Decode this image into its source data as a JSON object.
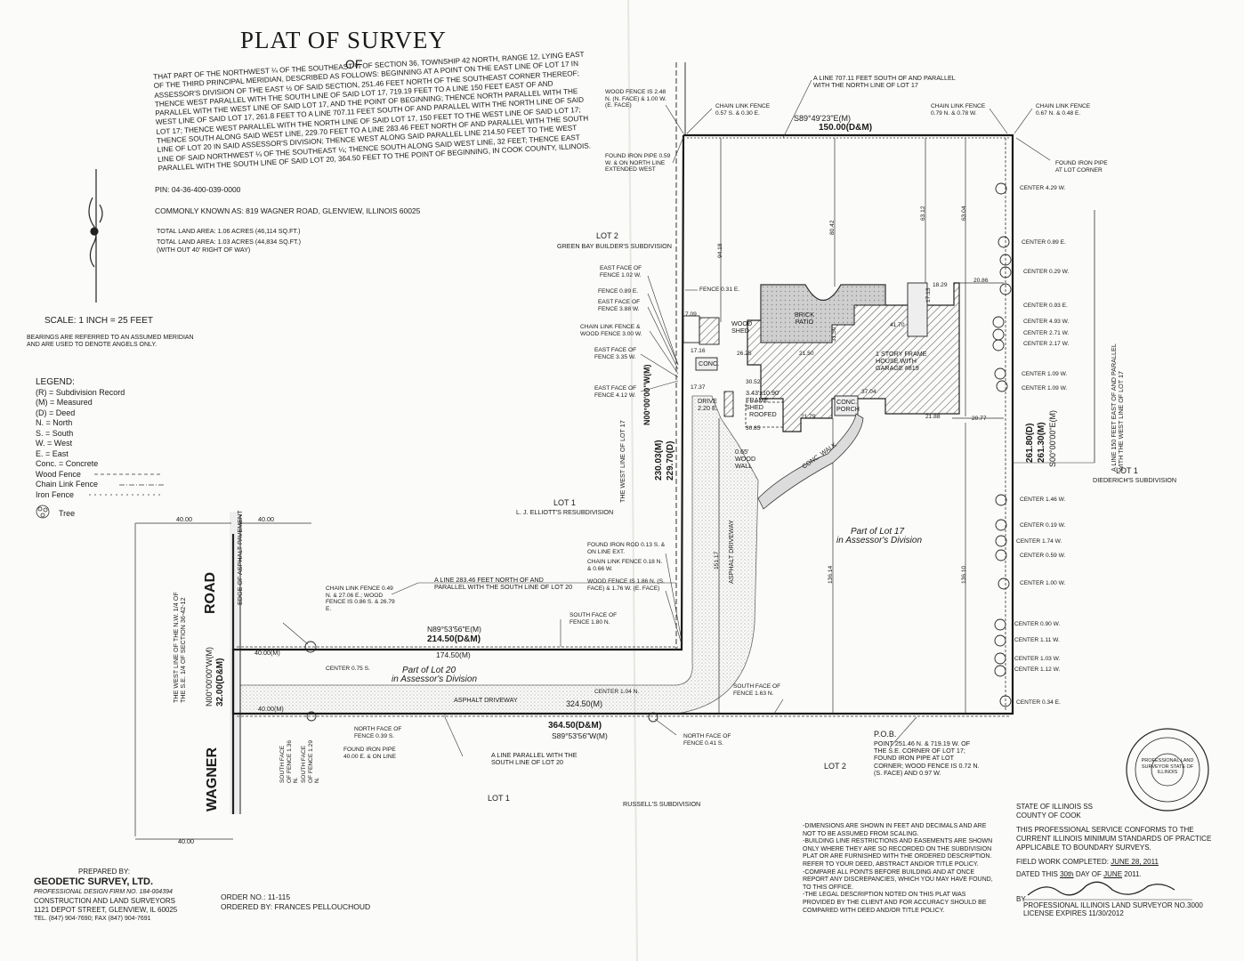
{
  "header": {
    "title": "PLAT OF SURVEY",
    "of": "OF",
    "legal_description": "THAT PART OF THE NORTHWEST ¼ OF THE SOUTHEAST ¼ OF SECTION 36, TOWNSHIP 42 NORTH, RANGE 12, LYING EAST OF THE THIRD PRINCIPAL MERIDIAN, DESCRIBED AS FOLLOWS: BEGINNING AT A POINT ON THE EAST LINE OF LOT 17 IN ASSESSOR'S DIVISION OF THE EAST ½ OF SAID SECTION, 251.46 FEET NORTH OF THE SOUTHEAST CORNER THEREOF; THENCE WEST PARALLEL WITH THE SOUTH LINE OF SAID LOT 17, 719.19 FEET TO A LINE 150 FEET EAST OF AND PARALLEL WITH THE WEST LINE OF SAID LOT 17, AND THE POINT OF BEGINNING; THENCE NORTH PARALLEL WITH THE WEST LINE OF SAID LOT 17, 261.8 FEET TO A LINE 707.11 FEET SOUTH OF AND PARALLEL WITH THE NORTH LINE OF SAID LOT 17; THENCE WEST PARALLEL WITH THE NORTH LINE OF SAID LOT 17, 150 FEET TO THE WEST LINE OF SAID LOT 17; THENCE SOUTH ALONG SAID WEST LINE, 229.70 FEET TO A LINE 283.46 FEET NORTH OF AND PARALLEL WITH THE SOUTH LINE OF LOT 20 IN SAID ASSESSOR'S DIVISION; THENCE WEST ALONG SAID PARALLEL LINE 214.50 FEET TO THE WEST LINE OF SAID NORTHWEST ¼ OF THE SOUTHEAST ¼; THENCE SOUTH ALONG SAID WEST LINE, 32 FEET; THENCE EAST PARALLEL WITH THE SOUTH LINE OF SAID LOT 20, 364.50 FEET TO THE POINT OF BEGINNING, IN COOK COUNTY, ILLINOIS.",
    "pin": "PIN: 04-36-400-039-0000",
    "common_address": "COMMONLY KNOWN AS: 819 WAGNER ROAD, GLENVIEW, ILLINOIS 60025",
    "land_area_1": "TOTAL LAND AREA: 1.06 ACRES (46,114 SQ.FT.)",
    "land_area_2": "TOTAL LAND AREA: 1.03 ACRES (44,834 SQ.FT.)",
    "land_area_note": "(WITH OUT 40' RIGHT OF WAY)"
  },
  "scale": "SCALE: 1 INCH = 25 FEET",
  "bearings_note": "BEARINGS ARE REFERRED TO AN ASSUMED MERIDIAN AND ARE USED TO DENOTE ANGELS ONLY.",
  "legend": {
    "heading": "LEGEND:",
    "items": [
      "(R) = Subdivision Record",
      "(M) = Measured",
      "(D) = Deed",
      "N. = North",
      "S. = South",
      "W. = West",
      "E. = East",
      "Conc. = Concrete"
    ],
    "wood_fence": "Wood Fence",
    "chain_link_fence": "Chain Link Fence",
    "iron_fence": "Iron Fence",
    "tree": "Tree"
  },
  "plat": {
    "north_line_bearing": "S89°49'23\"E(M)",
    "north_line_dist": "150.00(D&M)",
    "line_707": "A LINE 707.11 FEET SOUTH OF AND PARALLEL WITH THE NORTH LINE OF LOT 17",
    "west_bearing": "N00°00'00\"W(M)",
    "west_dist_m": "230.03(M)",
    "west_dist_d": "229.70(D)",
    "east_dist_d": "261.80(D)",
    "east_dist_m": "261.30(M)",
    "east_bearing": "S00°00'00\"E(M)",
    "south_line_dist": "364.50(D&M)",
    "south_line_bearing": "S89°53'56\"W(M)",
    "south_line_inner": "324.50(M)",
    "mid_bearing": "N89°53'56\"E(M)",
    "mid_dist": "214.50(D&M)",
    "mid_inner": "174.50(M)",
    "wagner_bearing": "N00°00'00\"W(M)",
    "wagner_dist": "32.00(D&M)",
    "lot2_top": "LOT 2",
    "green_bay": "GREEN BAY BUILDER'S SUBDIVISION",
    "lot1_elliott": "LOT 1",
    "elliott_sub": "L. J. ELLIOTT'S RESUBDIVISION",
    "lot1_right": "LOT 1",
    "diederich": "DIEDERICH'S SUBDIVISION",
    "lot2_bottom": "LOT 2",
    "lot1_bottom": "LOT 1",
    "russells": "RUSSELL'S SUBDIVISION",
    "part_lot17": "Part of Lot 17",
    "assessors_17": "in Assessor's Division",
    "part_lot20": "Part of Lot 20",
    "assessors_20": "in Assessor's Division",
    "asphalt_driveway": "ASPHALT DRIVEWAY",
    "asphalt_driveway_v": "ASPHALT DRIVEWAY",
    "brick_patio": "BRICK PATIO",
    "house": "1 STORY FRAME HOUSE WITH GARAGE #819",
    "conc_porch": "CONC. PORCH",
    "wood_shed": "WOOD SHED",
    "frame_shed": "3.43'x10.90' FRAME SHED",
    "roofed": "ROOFED",
    "wood_wall": "0.65' WOOD WALL",
    "conc_walk": "CONC. WALK",
    "conc": "CONC.",
    "drive": "DRIVE 2.20 E.",
    "west_line_lot17": "THE WEST LINE OF LOT 17",
    "west_line_nw": "THE WEST LINE OF THE N.W. 1/4 OF THE S.E. 1/4 OF SECTION 36-42-12",
    "line_150_east": "A LINE 150 FEET EAST OF AND PARALLEL WITH THE WEST LINE OF LOT 17",
    "line_283": "A LINE 283.46 FEET NORTH OF AND PARALLEL WITH THE SOUTH LINE OF LOT 20",
    "line_parallel_lot20": "A LINE PARALLEL WITH THE SOUTH LINE OF LOT 20",
    "edge_asphalt": "EDGE OF ASPHALT PAVEMENT",
    "road_wagner": "WAGNER",
    "road_road": "ROAD",
    "dim_40_a": "40.00",
    "dim_40_b": "40.00",
    "dim_40_c": "40.00",
    "dim_40m_a": "40.00(M)",
    "dim_40m_b": "40.00(M)",
    "pob": "P.O.B.",
    "pob_text": "POINT 251.46 N. & 719.19 W. OF THE S.E. CORNER OF LOT 17; FOUND IRON PIPE AT LOT CORNER; WOOD FENCE IS 0.72 N. (S. FACE) AND 0.97 W."
  },
  "annotations": [
    {
      "t": "WOOD FENCE IS 2.48 N. (N. FACE) & 1.00 W. (E. FACE)"
    },
    {
      "t": "CHAIN LINK FENCE 0.57 S. & 0.30 E."
    },
    {
      "t": "CHAIN LINK FENCE 0.79 N. & 0.78 W."
    },
    {
      "t": "CHAIN LINK FENCE 0.67 N. & 0.48 E."
    },
    {
      "t": "FOUND IRON PIPE 0.59 W. & ON NORTH LINE EXTENDED WEST"
    },
    {
      "t": "FOUND IRON PIPE AT LOT CORNER"
    },
    {
      "t": "EAST FACE OF FENCE 1.02 W."
    },
    {
      "t": "FENCE 0.89 E."
    },
    {
      "t": "EAST FACE OF FENCE 3.88 W."
    },
    {
      "t": "CHAIN LINK FENCE & WOOD FENCE 3.00 W."
    },
    {
      "t": "EAST FACE OF FENCE 3.35 W."
    },
    {
      "t": "EAST FACE OF FENCE 4.12 W."
    },
    {
      "t": "FENCE 0.31 E."
    },
    {
      "t": "FOUND IRON ROD 0.13 S. & ON LINE EXT."
    },
    {
      "t": "CHAIN LINK FENCE 0.18 N. & 0.66 W."
    },
    {
      "t": "WOOD FENCE IS 1.86 N. (S. FACE) & 1.76 W. (E. FACE)"
    },
    {
      "t": "SOUTH FACE OF FENCE 1.80 N."
    },
    {
      "t": "CHAIN LINK FENCE 0.49 N. & 27.06 E.; WOOD FENCE IS 0.86 S. & 26.79 E."
    },
    {
      "t": "CENTER 0.75 S."
    },
    {
      "t": "CENTER 1.04 N."
    },
    {
      "t": "SOUTH FACE OF FENCE 1.63 N."
    },
    {
      "t": "NORTH FACE OF FENCE 0.39 S."
    },
    {
      "t": "FOUND IRON PIPE 40.00 E. & ON LINE"
    },
    {
      "t": "SOUTH FACE OF FENCE 1.36 N."
    },
    {
      "t": "SOUTH FACE OF FENCE 1.29 N."
    },
    {
      "t": "NORTH FACE OF FENCE 0.41 S."
    }
  ],
  "tree_centers": [
    "CENTER 4.29 W.",
    "CENTER 0.89 E.",
    "CENTER 0.29 W.",
    "CENTER 0.93 E.",
    "CENTER 4.93 W.",
    "CENTER 2.71 W.",
    "CENTER 2.17 W.",
    "CENTER 1.09 W.",
    "CENTER 1.09 W.",
    "CENTER 1.46 W.",
    "CENTER 0.19 W.",
    "CENTER 1.74 W.",
    "CENTER 0.59 W.",
    "CENTER 1.00 W.",
    "CENTER 0.90 W.",
    "CENTER 1.11 W.",
    "CENTER 1.03 W.",
    "CENTER 1.12 W.",
    "CENTER 0.34 E."
  ],
  "dims": {
    "d94_18": "94.18",
    "d80_42": "80.42",
    "d63_12": "63.12",
    "d63_04": "63.04",
    "d20_86": "20.86",
    "d18_29": "18.29",
    "d17_13": "17.13",
    "d41_70": "41.70",
    "d31_50": "31.50",
    "d21_50": "21.50",
    "d26_25": "26.25",
    "d30_52": "30.52",
    "d37_04": "37.04",
    "d21_79": "21.79",
    "d21_88": "21.88",
    "d20_77": "20.77",
    "d17_37": "17.37",
    "d7_09": "7.09",
    "d17_16": "17.16",
    "d151_17": "151.17",
    "d136_14": "136.14",
    "d136_10": "136.10",
    "d30_85": "30.85"
  },
  "notes": [
    "-DIMENSIONS ARE SHOWN IN FEET AND DECIMALS AND ARE NOT TO BE ASSUMED FROM SCALING.",
    "-BUILDING LINE RESTRICTIONS AND EASEMENTS ARE SHOWN ONLY WHERE THEY ARE SO RECORDED ON THE SUBDIVISION PLAT OR ARE FURNISHED WITH THE ORDERED DESCRIPTION. REFER TO YOUR DEED, ABSTRACT AND/OR TITLE POLICY.",
    "-COMPARE ALL POINTS BEFORE BUILDING AND AT ONCE REPORT ANY DISCREPANCIES, WHICH YOU MAY HAVE FOUND, TO THIS OFFICE.",
    "-THE LEGAL DESCRIPTION NOTED ON THIS PLAT WAS PROVIDED BY THE CLIENT AND FOR ACCURACY SHOULD BE COMPARED WITH DEED AND/OR TITLE POLICY."
  ],
  "certification": {
    "state": "STATE OF ILLINOIS",
    "ss": "SS",
    "county": "COUNTY OF COOK",
    "conform": "THIS PROFESSIONAL SERVICE CONFORMS TO THE CURRENT ILLINOIS MINIMUM STANDARDS OF PRACTICE APPLICABLE TO BOUNDARY SURVEYS.",
    "field_work": "FIELD WORK COMPLETED:",
    "field_date": "JUNE 28, 2011",
    "dated": "DATED THIS",
    "day": "30th",
    "day_of": "DAY OF",
    "month": "JUNE",
    "year": "2011.",
    "by": "BY",
    "surveyor_no": "PROFESSIONAL ILLINOIS LAND SURVEYOR NO.3000",
    "license": "LICENSE EXPIRES 11/30/2012",
    "seal_text": "PROFESSIONAL LAND SURVEYOR STATE OF ILLINOIS"
  },
  "preparer": {
    "prepared_by": "PREPARED BY:",
    "company": "GEODETIC SURVEY, LTD.",
    "firm_no": "PROFESSIONAL DESIGN FIRM NO. 184-004394",
    "type": "CONSTRUCTION AND LAND SURVEYORS",
    "address": "1121 DEPOT STREET, GLENVIEW, IL 60025",
    "phone": "TEL. (847) 904-7690; FAX (847) 904-7691"
  },
  "order": {
    "order_no": "ORDER NO.: 11-115",
    "ordered_by": "ORDERED BY: FRANCES PELLOUCHOUD"
  },
  "colors": {
    "ink": "#1a1a1a",
    "paper": "#fbfbf9",
    "hatch": "#555555",
    "asphalt": "#d8d8d8"
  }
}
